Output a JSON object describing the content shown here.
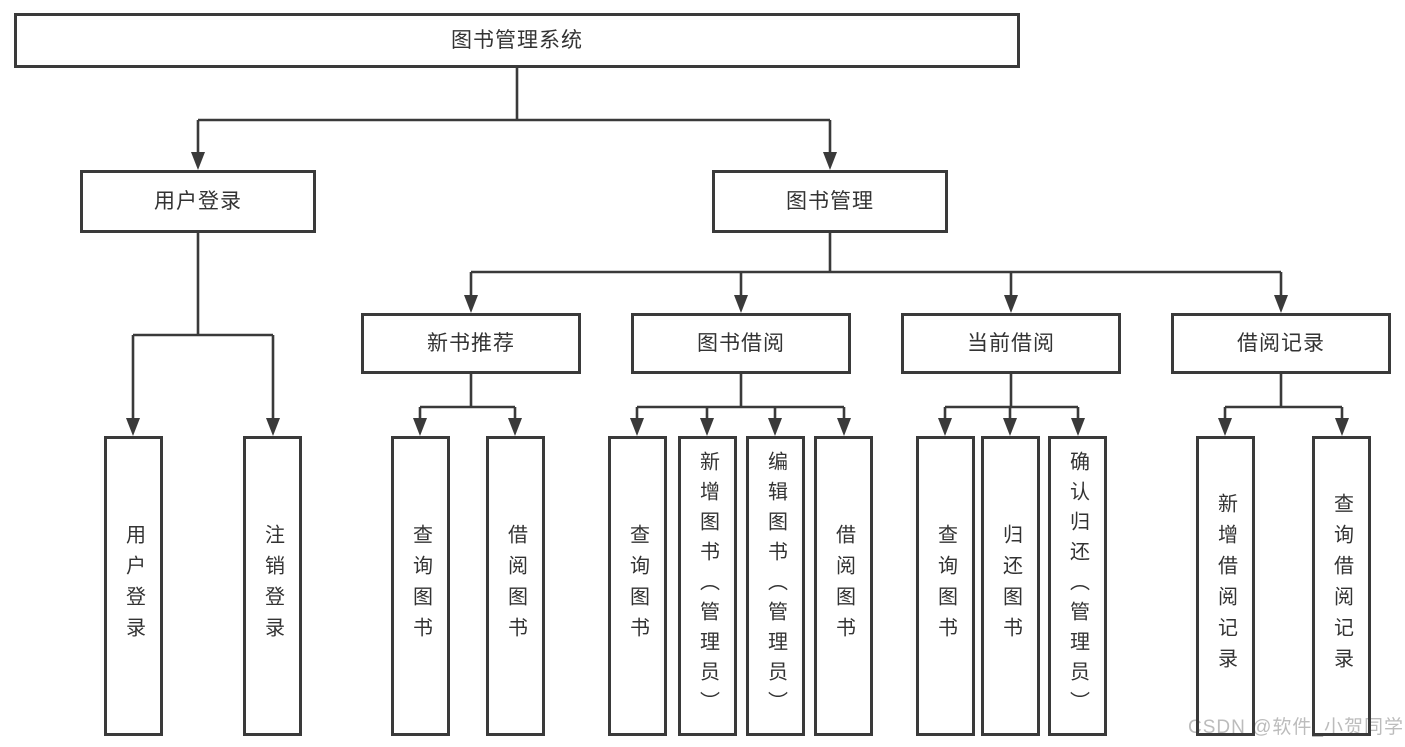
{
  "tree": {
    "root": {
      "label": "图书管理系统"
    },
    "level2": [
      {
        "label": "用户登录"
      },
      {
        "label": "图书管理"
      }
    ],
    "level3": [
      {
        "label": "新书推荐"
      },
      {
        "label": "图书借阅"
      },
      {
        "label": "当前借阅"
      },
      {
        "label": "借阅记录"
      }
    ],
    "leaves": {
      "user_login": [
        "用户登录",
        "注销登录"
      ],
      "new_book_recommend": [
        "查询图书",
        "借阅图书"
      ],
      "book_borrow": [
        "查询图书",
        "新增图书（管理员）",
        "编辑图书（管理员）",
        "借阅图书"
      ],
      "current_borrow": [
        "查询图书",
        "归还图书",
        "确认归还（管理员）"
      ],
      "borrow_records": [
        "新增借阅记录",
        "查询借阅记录"
      ]
    }
  },
  "watermark": {
    "text": "CSDN @软件_小贺同学"
  },
  "colors": {
    "line": "#3a3a3a",
    "text": "#333333",
    "watermark": "#bcbcbc",
    "background": "#ffffff"
  }
}
